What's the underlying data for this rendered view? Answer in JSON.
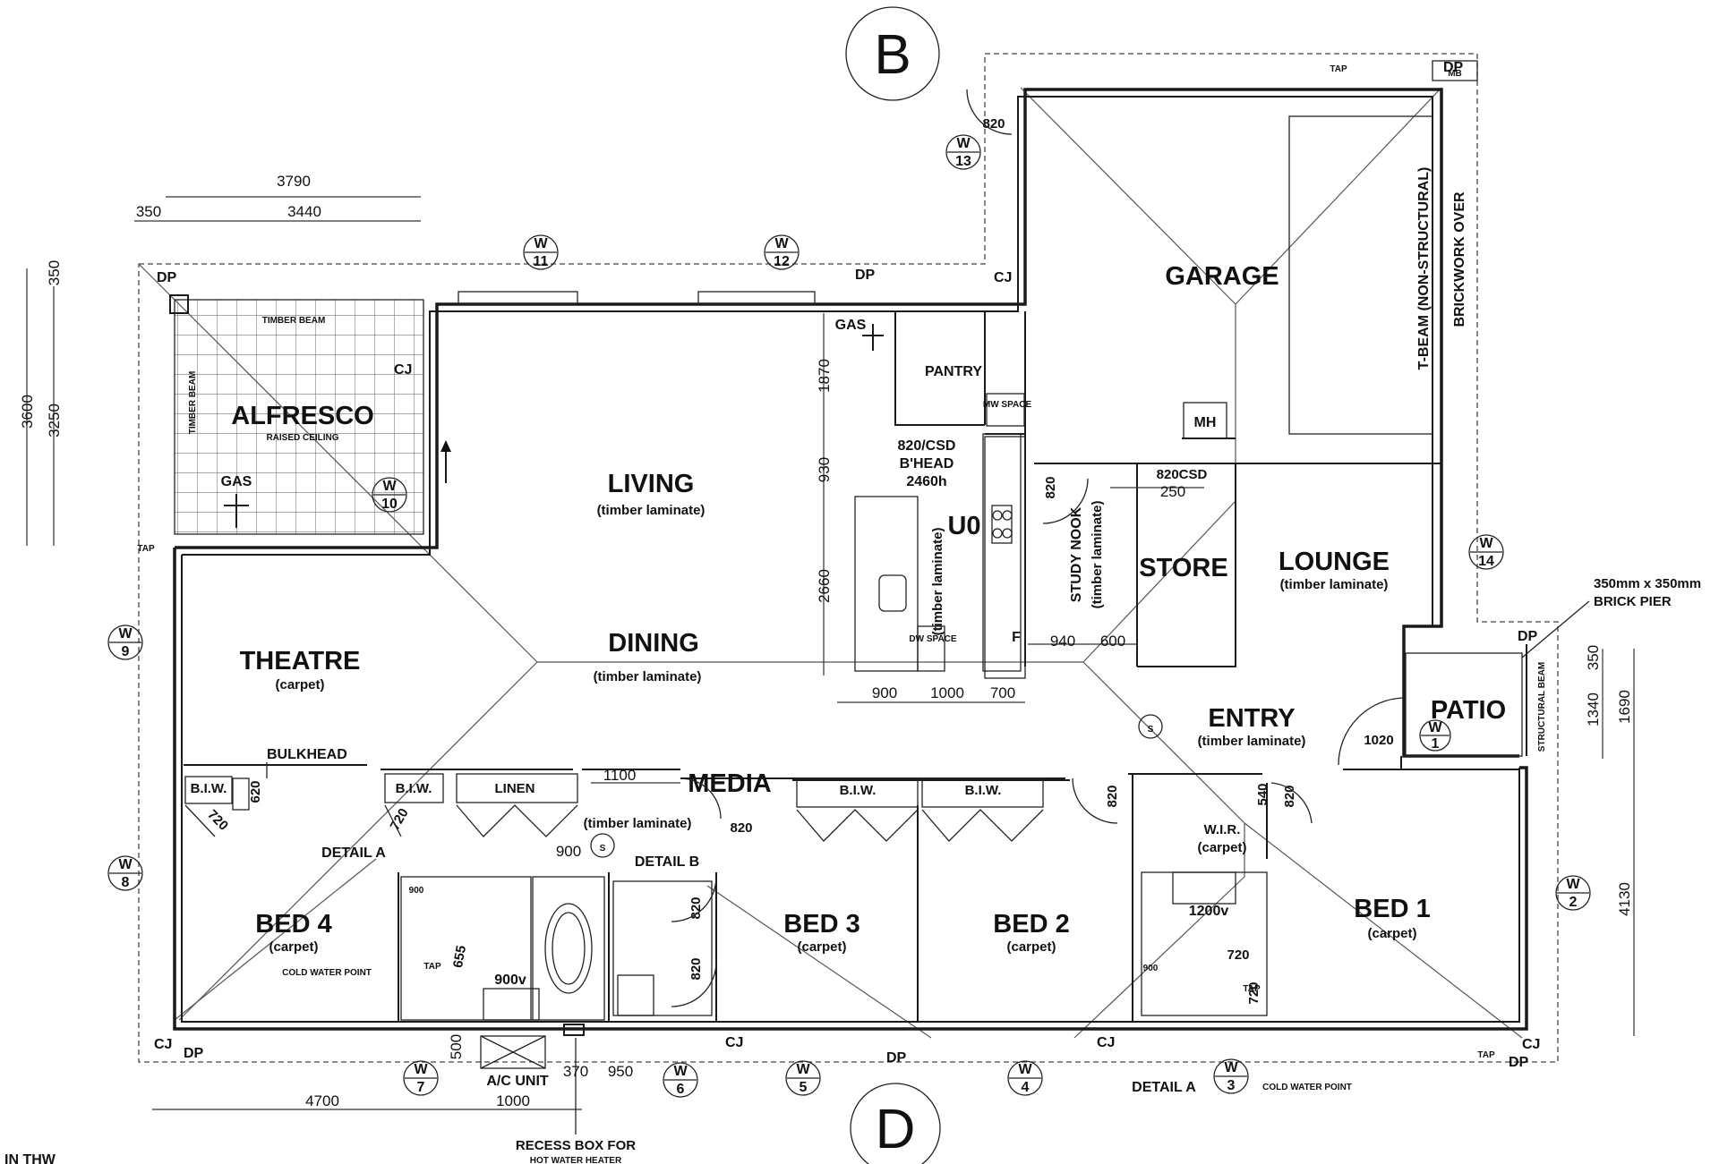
{
  "compass": {
    "top": "B",
    "bottom": "D"
  },
  "rooms": {
    "garage": "GARAGE",
    "alfresco": "ALFRESCO",
    "alfresco_sub": "RAISED CEILING",
    "living": "LIVING",
    "living_sub": "(timber laminate)",
    "dining": "DINING",
    "dining_sub": "(timber laminate)",
    "theatre": "THEATRE",
    "theatre_sub": "(carpet)",
    "pantry": "PANTRY",
    "study": "STUDY NOOK",
    "study_sub": "(timber laminate)",
    "store": "STORE",
    "lounge": "LOUNGE",
    "lounge_sub": "(timber laminate)",
    "entry": "ENTRY",
    "entry_sub": "(timber laminate)",
    "patio": "PATIO",
    "media": "MEDIA",
    "media_sub": "(timber laminate)",
    "bed4": "BED 4",
    "bed4_sub": "(carpet)",
    "bed3": "BED 3",
    "bed3_sub": "(carpet)",
    "bed2": "BED 2",
    "bed2_sub": "(carpet)",
    "bed1": "BED 1",
    "bed1_sub": "(carpet)",
    "wir": "W.I.R.",
    "wir_sub": "(carpet)",
    "kitchen_sub": "(timber laminate)"
  },
  "labels": {
    "timber_beam": "TIMBER BEAM",
    "structural_beam": "STRUCTURAL BEAM",
    "tbeam": "T-BEAM (NON-STRUCTURAL)",
    "brickwork": "BRICKWORK OVER",
    "gas": "GAS",
    "tap": "TAP",
    "mb": "MB",
    "dp": "DP",
    "cj": "CJ",
    "mh": "MH",
    "uo": "U0",
    "f": "F",
    "bulkhead": "BULKHEAD",
    "biw": "B.I.W.",
    "linen": "LINEN",
    "detail_a": "DETAIL A",
    "detail_b": "DETAIL B",
    "cold_water": "COLD WATER POINT",
    "ac_unit": "A/C UNIT",
    "recess_box": "RECESS BOX FOR",
    "recess_box2": "HOT WATER HEATER",
    "brick_pier": "350mm x 350mm",
    "brick_pier2": "BRICK PIER",
    "mw_space": "MW SPACE",
    "dw_space": "DW SPACE",
    "door_820csd": "820/CSD",
    "bhead": "B'HEAD",
    "bhead_h": "2460h",
    "door_820csd2": "820CSD",
    "vanity_900": "900v",
    "vanity_1200": "1200v",
    "in_thw": "IN THW"
  },
  "windows": [
    {
      "w": "W",
      "n": "11"
    },
    {
      "w": "W",
      "n": "12"
    },
    {
      "w": "W",
      "n": "13"
    },
    {
      "w": "W",
      "n": "10"
    },
    {
      "w": "W",
      "n": "9"
    },
    {
      "w": "W",
      "n": "8"
    },
    {
      "w": "W",
      "n": "7"
    },
    {
      "w": "W",
      "n": "6"
    },
    {
      "w": "W",
      "n": "5"
    },
    {
      "w": "W",
      "n": "4"
    },
    {
      "w": "W",
      "n": "3"
    },
    {
      "w": "W",
      "n": "2"
    },
    {
      "w": "W",
      "n": "14"
    },
    {
      "w": "W",
      "n": "1"
    }
  ],
  "dims": {
    "d3790": "3790",
    "d350a": "350",
    "d3440": "3440",
    "d350v": "350",
    "d3600": "3600",
    "d3250": "3250",
    "d1870": "1870",
    "d930": "930",
    "d2660": "2660",
    "d900": "900",
    "d1000": "1000",
    "d700": "700",
    "d940": "940",
    "d600": "600",
    "d250": "250",
    "d1100": "1100",
    "d900b": "900",
    "d4700": "4700",
    "d1000b": "1000",
    "d370": "370",
    "d950": "950",
    "d500": "500",
    "d1340": "1340",
    "d1690": "1690",
    "d350p": "350",
    "d4130": "4130",
    "d1020": "1020",
    "d540": "540",
    "d620": "620",
    "d820": "820",
    "d720": "720",
    "d900s": "900",
    "d655": "655"
  }
}
